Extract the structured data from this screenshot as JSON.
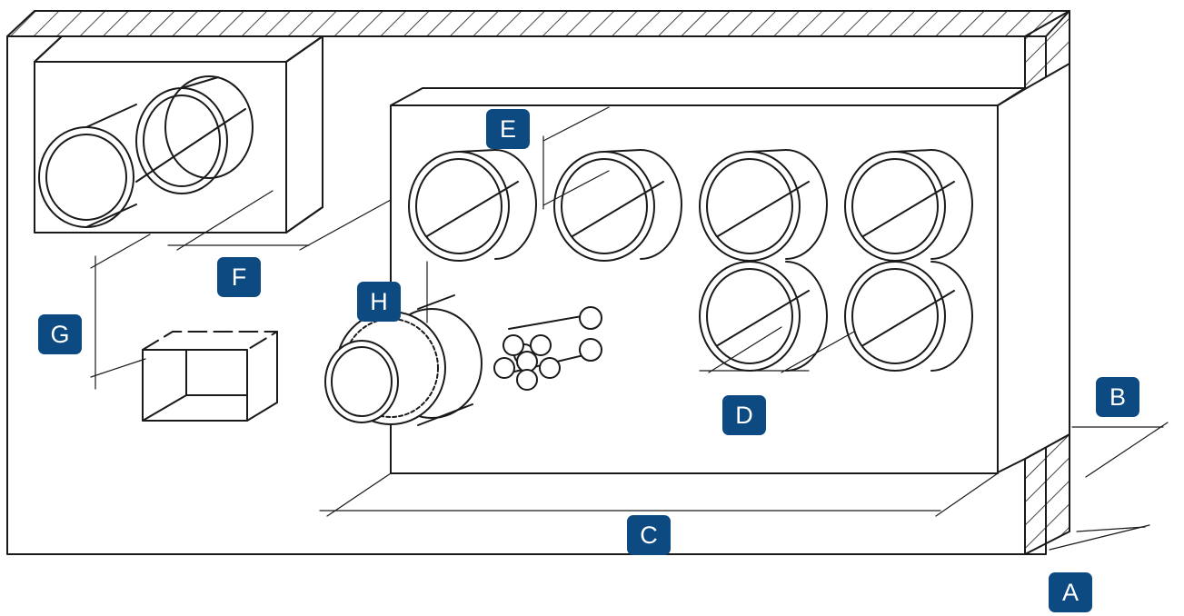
{
  "accent_color": "#0d4a82",
  "line_color": "#1a1a1a",
  "dimension_labels": {
    "A": "A",
    "B": "B",
    "C": "C",
    "D": "D",
    "E": "E",
    "F": "F",
    "G": "G",
    "H": "H"
  }
}
